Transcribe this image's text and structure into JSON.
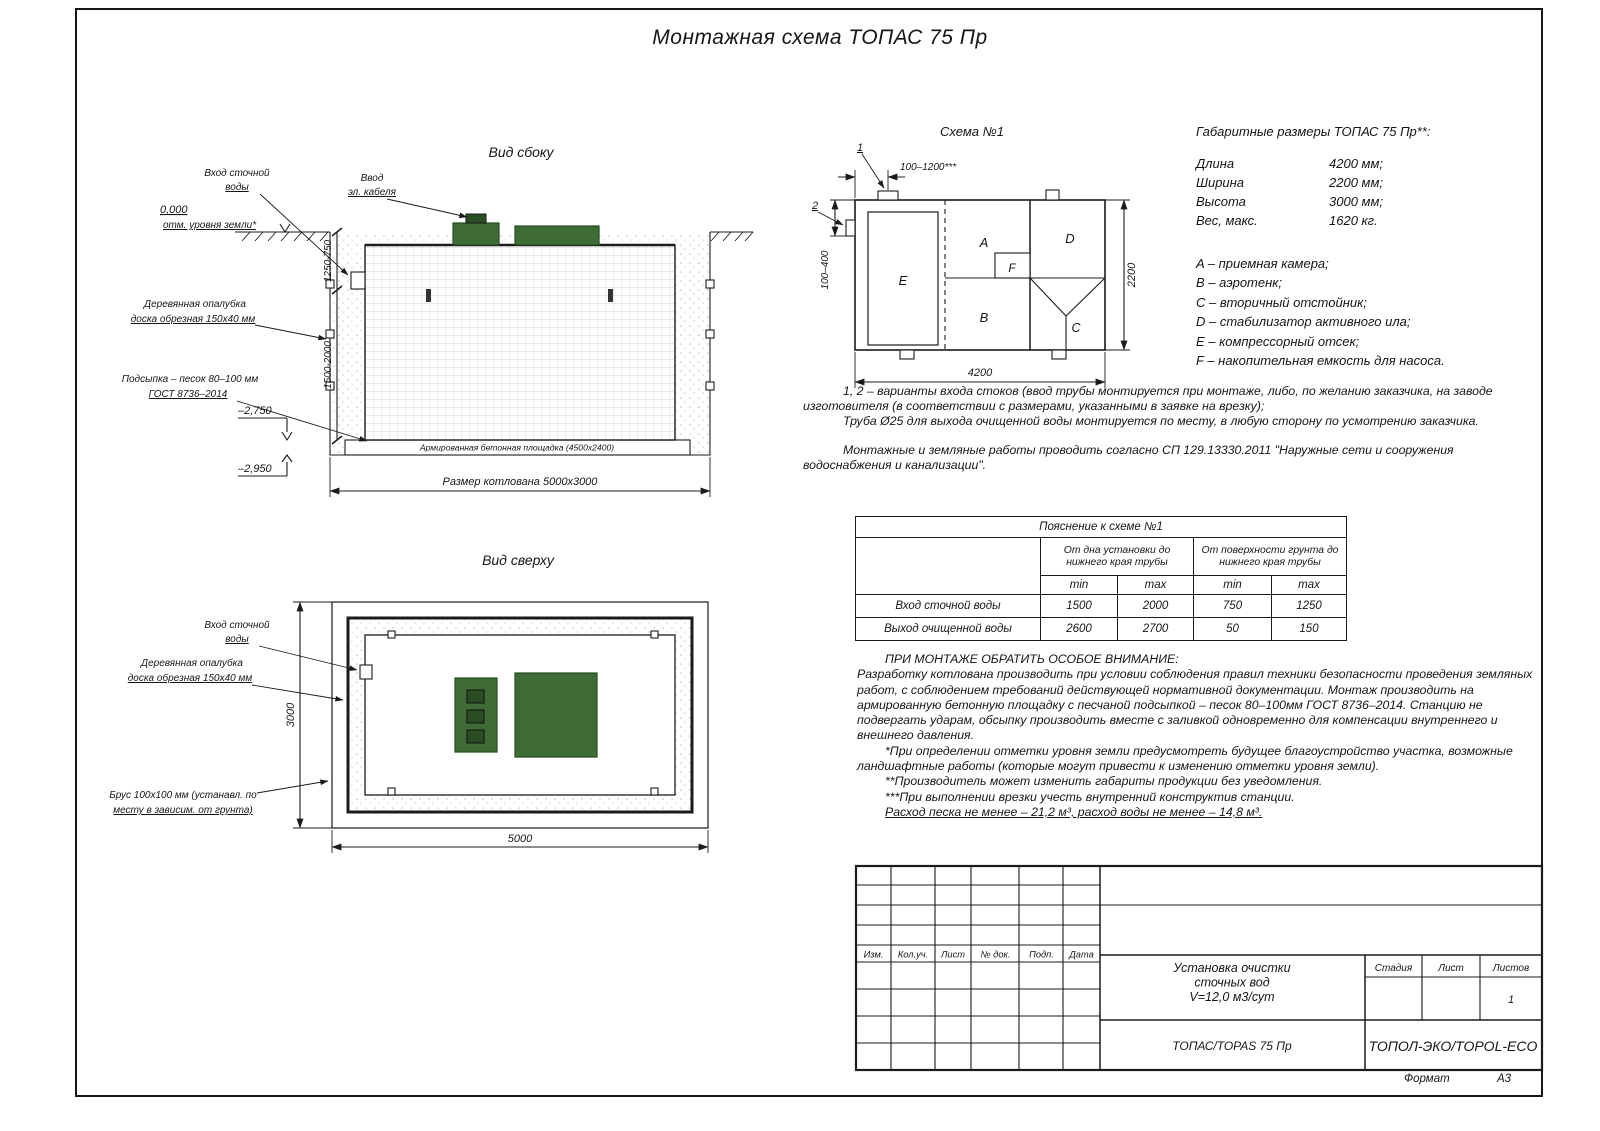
{
  "colors": {
    "lid_green": "#3f6b37",
    "lid_green_dark": "#2a4d24"
  },
  "page": {
    "title": "Монтажная схема ТОПАС 75 Пр",
    "format_label": "Формат",
    "format_value": "А3"
  },
  "side_view": {
    "title": "Вид сбоку",
    "inlet_line1": "Вход сточной",
    "inlet_line2": "воды",
    "cable_line1": "Ввод",
    "cable_line2": "эл. кабеля",
    "ground_mark": "0,000",
    "ground_note": "отм. уровня земли*",
    "dim_upper": "1250-750",
    "dim_lower": "1500-2000",
    "formwork_line1": "Деревянная опалубка",
    "formwork_line2": "доска обрезная 150x40 мм",
    "sand_line1": "Подсыпка – песок 80–100 мм",
    "sand_line2": "ГОСТ 8736–2014",
    "elev_pad": "–2,750",
    "elev_bottom": "–2,950",
    "concrete_pad": "Армированная бетонная площадка (4500x2400)",
    "pit_dim": "Размер котлована 5000x3000"
  },
  "top_view": {
    "title": "Вид сверху",
    "inlet_line1": "Вход сточной",
    "inlet_line2": "воды",
    "formwork_line1": "Деревянная опалубка",
    "formwork_line2": "доска обрезная 150x40 мм",
    "beam_line1": "Брус 100x100 мм (устанавл. по",
    "beam_line2": "месту в зависим. от грунта)",
    "dim_width": "3000",
    "dim_length": "5000"
  },
  "scheme": {
    "title": "Схема №1",
    "callout1": "1",
    "callout2": "2",
    "dim_top": "100–1200***",
    "dim_left": "100–400",
    "dim_height": "2200",
    "dim_length": "4200",
    "chamber_a": "A",
    "chamber_b": "B",
    "chamber_c": "C",
    "chamber_d": "D",
    "chamber_e": "E",
    "chamber_f": "F"
  },
  "dimensions": {
    "title": "Габаритные размеры ТОПАС 75 Пр**:",
    "rows": [
      {
        "label": "Длина",
        "value": "4200 мм;"
      },
      {
        "label": "Ширина",
        "value": "2200 мм;"
      },
      {
        "label": "Высота",
        "value": "3000 мм;"
      },
      {
        "label": "Вес, макс.",
        "value": "1620 кг."
      }
    ]
  },
  "legend": {
    "items": [
      "A – приемная камера;",
      "B – аэротенк;",
      "C – вторичный отстойник;",
      "D – стабилизатор активного ила;",
      "E – компрессорный отсек;",
      "F – накопительная емкость для насоса."
    ]
  },
  "notes": {
    "para1": "1, 2 – варианты входа  стоков (ввод трубы монтируется при монтаже, либо, по желанию заказчика, на заводе изготовителя (в соответствии с размерами, указанными в заявке на врезку);",
    "para2": "Труба Ø25 для выхода очищенной воды монтируется по месту, в любую сторону по усмотрению заказчика.",
    "para3": "Монтажные и земляные работы проводить согласно СП 129.13330.2011 \"Наружные сети и сооружения водоснабжения и канализации\"."
  },
  "table": {
    "title": "Пояснение к схеме №1",
    "group1": "От дна установки до нижнего края трубы",
    "group2": "От поверхности грунта до нижнего края трубы",
    "min_label": "min",
    "max_label": "max",
    "rows": [
      {
        "label": "Вход сточной воды",
        "c1": "1500",
        "c2": "2000",
        "c3": "750",
        "c4": "1250"
      },
      {
        "label": "Выход очищенной воды",
        "c1": "2600",
        "c2": "2700",
        "c3": "50",
        "c4": "150"
      }
    ]
  },
  "attention": {
    "heading": "ПРИ МОНТАЖЕ ОБРАТИТЬ ОСОБОЕ ВНИМАНИЕ:",
    "body": "Разработку котлована производить при условии соблюдения правил техники безопасности проведения земляных работ, с соблюдением требований действующей нормативной документации.  Монтаж производить на армированную бетонную площадку с песчаной подсыпкой – песок 80–100мм ГОСТ 8736–2014. Станцию не подвергать ударам, обсыпку производить вместе с заливкой одновременно для компенсации внутреннего и внешнего давления.",
    "note1": "*При определении отметки уровня земли предусмотреть будущее благоустройство участка, возможные ландшафтные работы (которые могут привести к изменению отметки уровня земли).",
    "note2": "**Производитель может изменить габариты продукции без уведомления.",
    "note3": "***При выполнении врезки учесть внутренний конструктив станции.",
    "consumption": "Расход песка не менее – 21,2 м³, расход воды не менее – 14,8 м³."
  },
  "title_block": {
    "col_izm": "Изм.",
    "col_kol": "Кол.уч.",
    "col_list": "Лист",
    "col_doc": "№ док.",
    "col_podp": "Подп.",
    "col_data": "Дата",
    "project_line1": "Установка очистки",
    "project_line2": "сточных вод",
    "project_line3": "V=12,0 м3/сут",
    "stage_label": "Стадия",
    "sheet_label": "Лист",
    "sheets_label": "Листов",
    "sheets_value": "1",
    "model": "ТОПАС/TOPAS 75 Пр",
    "company": "ТОПОЛ-ЭКО/TOPOL-ECO"
  }
}
